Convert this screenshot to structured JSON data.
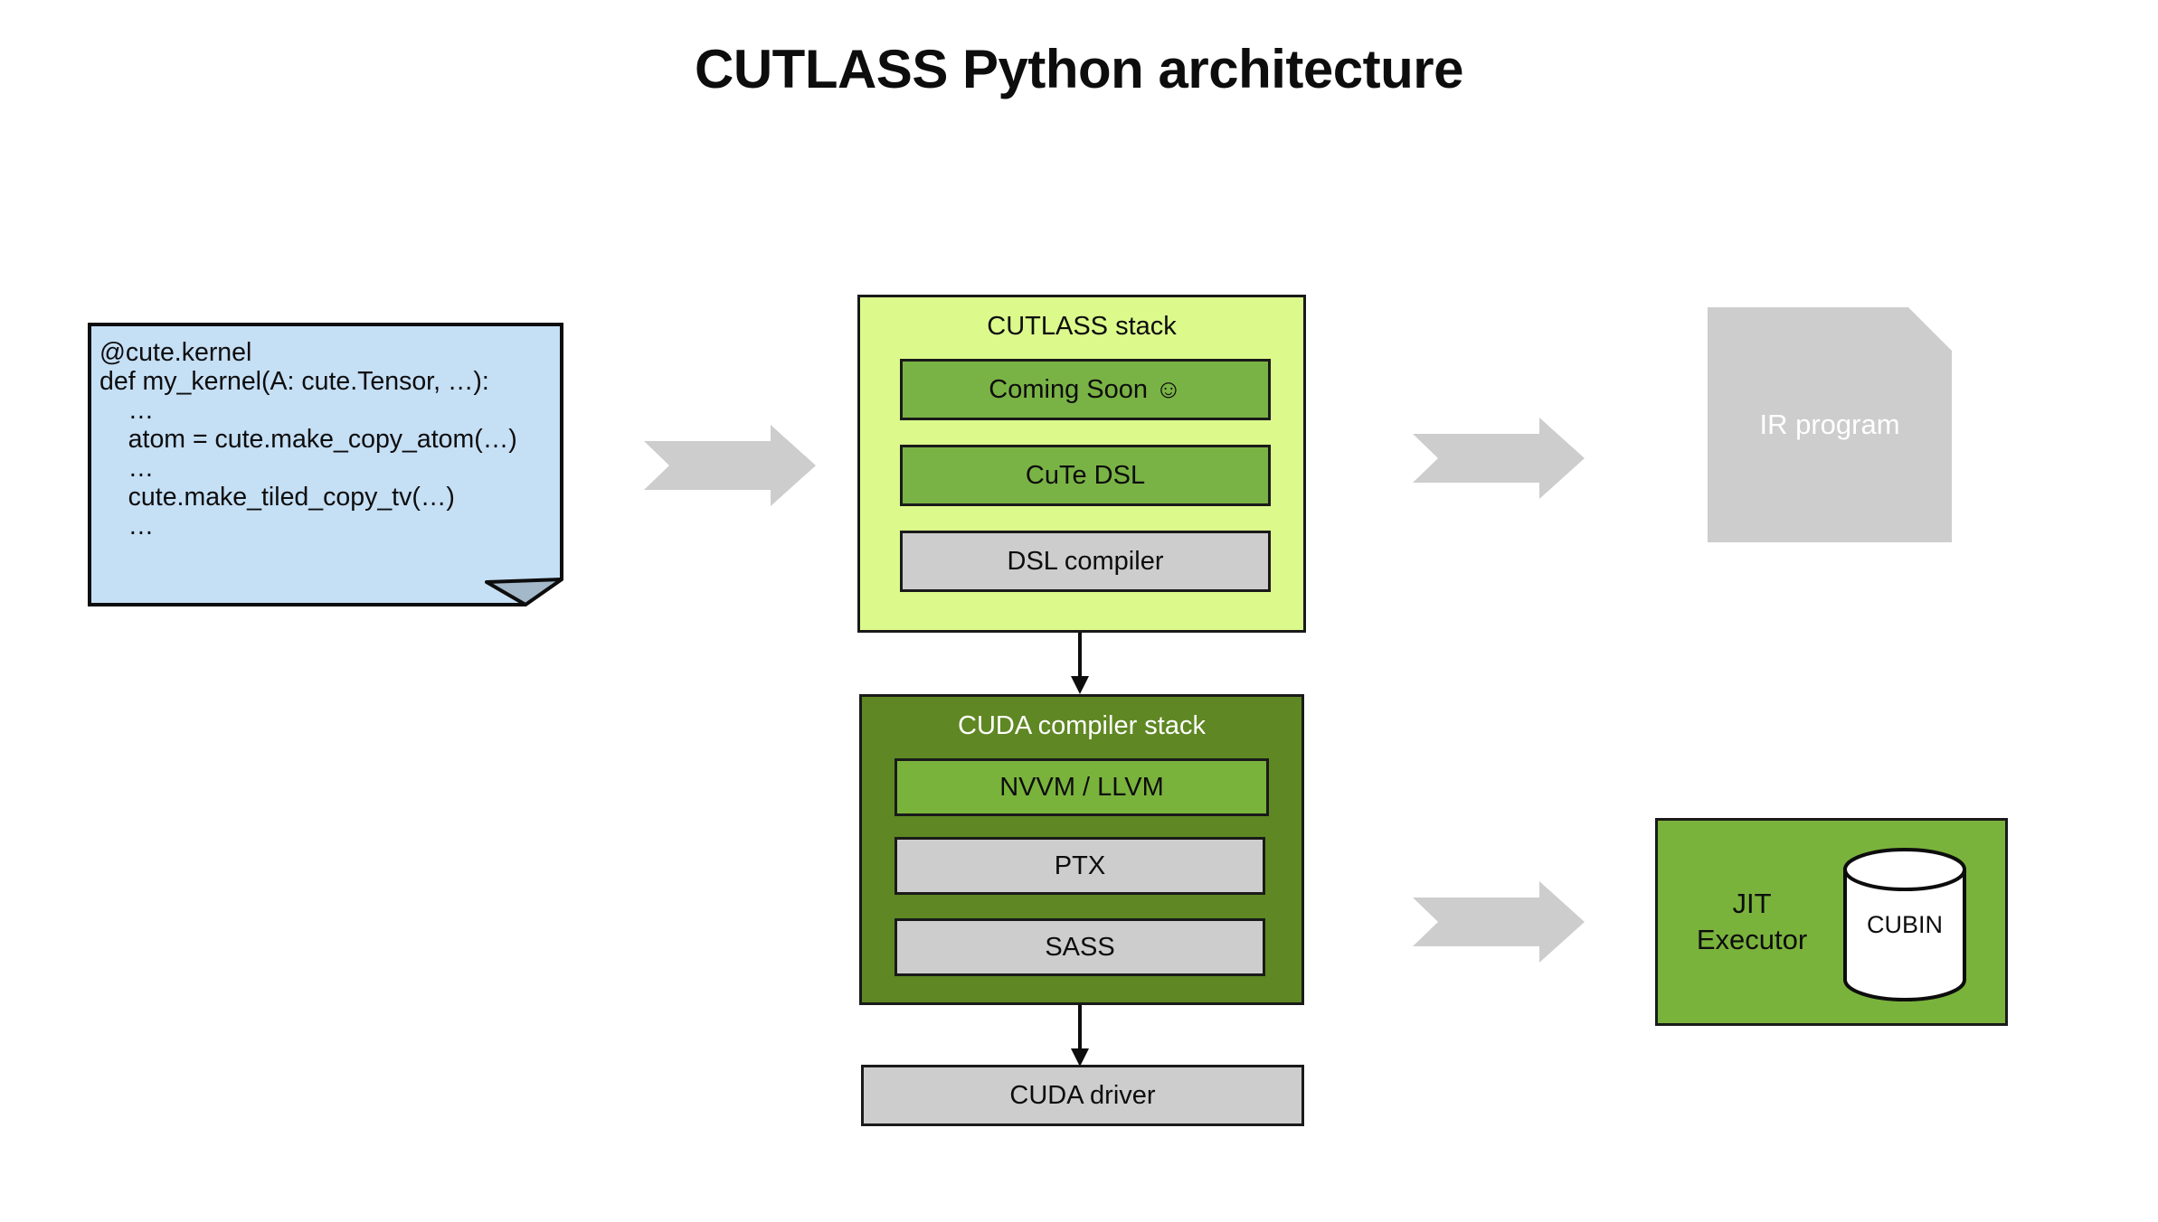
{
  "title": "CUTLASS Python architecture",
  "code_note": {
    "name": "cute-kernel-code-snippet",
    "text": "@cute.kernel\ndef my_kernel(A: cute.Tensor, …):\n    …\n    atom = cute.make_copy_atom(…)\n    …\n    cute.make_tiled_copy_tv(…)\n    …",
    "fill": "#c5dff5",
    "fold_fill": "#a3b8c9"
  },
  "arrows": {
    "code_to_cutlass": "right-block-arrow",
    "cutlass_to_ir": "right-block-arrow",
    "cuda_to_jit": "right-block-arrow",
    "cutlass_to_cuda": "down-arrow",
    "cuda_to_driver": "down-arrow",
    "fill": "#cdcdcd"
  },
  "cutlass_stack": {
    "title": "CUTLASS stack",
    "fill": "#dcfa8c",
    "boxes": [
      {
        "label": "Coming Soon ☺",
        "fill": "#7ab345"
      },
      {
        "label": "CuTe DSL",
        "fill": "#7ab345"
      },
      {
        "label": "DSL compiler",
        "fill": "#cdcdcd"
      }
    ]
  },
  "cuda_stack": {
    "title": "CUDA compiler stack",
    "fill": "#5f8723",
    "boxes": [
      {
        "label": "NVVM / LLVM",
        "fill": "#7ab33c"
      },
      {
        "label": "PTX",
        "fill": "#cdcdcd"
      },
      {
        "label": "SASS",
        "fill": "#cdcdcd"
      }
    ]
  },
  "cuda_driver": {
    "label": "CUDA driver",
    "fill": "#cdcdcd"
  },
  "ir_program": {
    "label": "IR program",
    "fill": "#cdcdcd",
    "text_color": "#ffffff"
  },
  "jit_executor": {
    "label": "JIT\nExecutor",
    "fill": "#7ab33c",
    "cylinder": {
      "label": "CUBIN",
      "fill": "#ffffff"
    }
  }
}
